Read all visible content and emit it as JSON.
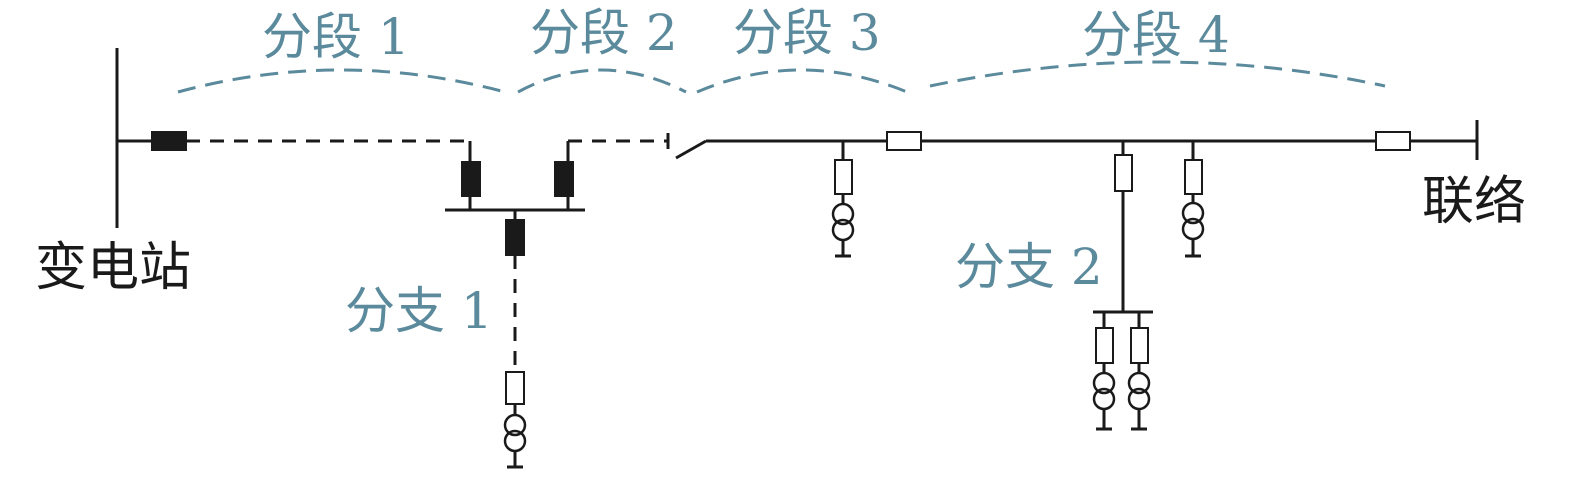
{
  "colors": {
    "segment_text": "#5b8a9c",
    "black_text": "#1a1a1a",
    "line": "#1a1a1a",
    "segment_arc": "#5b8a9c"
  },
  "labels": {
    "substation": "变电站",
    "tie": "联络",
    "segment_1": "分段 1",
    "segment_2": "分段 2",
    "segment_3": "分段 3",
    "segment_4": "分段 4",
    "branch_1": "分支 1",
    "branch_2": "分支 2"
  },
  "elements": {
    "open_switch": "open-switch-icon",
    "closed_breaker": "filled-breaker-icon",
    "open_breaker": "hollow-breaker-icon",
    "transformer": "transformer-icon",
    "fuse": "fuse-icon"
  }
}
